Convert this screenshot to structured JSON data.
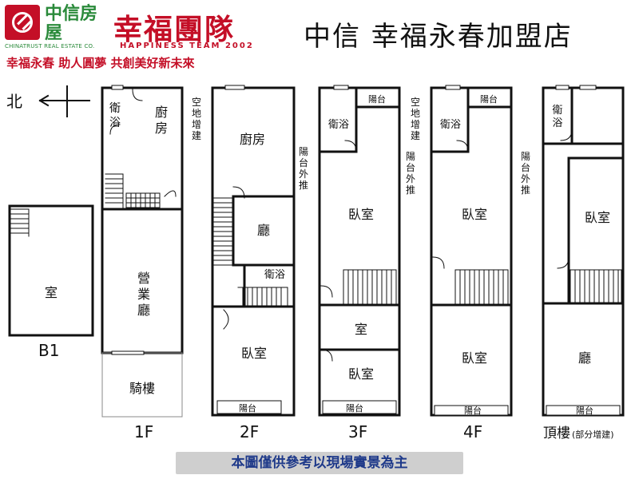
{
  "header": {
    "brand_cn": "中信房屋",
    "brand_en": "CHINATRUST REAL ESTATE CO.",
    "team_cn": "幸福團隊",
    "team_en": "HAPPINESS TEAM 2002",
    "slogan": "幸福永春 助人圓夢 共創美好新未來",
    "store_name": "中信 幸福永春加盟店"
  },
  "compass": {
    "label": "北"
  },
  "floors": {
    "b1": {
      "name": "B1",
      "rooms": [
        "室"
      ]
    },
    "f1": {
      "name": "1F",
      "rooms": [
        "衛",
        "浴",
        "廚",
        "房",
        "營",
        "業",
        "廳",
        "騎樓"
      ]
    },
    "f2": {
      "name": "2F",
      "rooms": [
        "廚房",
        "廳",
        "衛浴",
        "臥室",
        "陽台"
      ]
    },
    "f3": {
      "name": "3F",
      "rooms": [
        "陽台",
        "衛浴",
        "臥室",
        "室",
        "臥室",
        "陽台"
      ]
    },
    "f4": {
      "name": "4F",
      "rooms": [
        "陽台",
        "衛浴",
        "臥室",
        "臥室",
        "陽台"
      ]
    },
    "roof": {
      "name": "頂樓",
      "note": "(部分增建)",
      "rooms": [
        "衛",
        "浴",
        "臥室",
        "廳",
        "陽台"
      ]
    }
  },
  "annotations": {
    "a1": [
      "空",
      "地",
      "增",
      "建"
    ],
    "a2": [
      "陽",
      "台",
      "外",
      "推"
    ],
    "a3": [
      "空",
      "地",
      "增",
      "建"
    ],
    "a4": [
      "陽",
      "台",
      "外",
      "推"
    ],
    "a5": [
      "陽",
      "台",
      "外",
      "推"
    ]
  },
  "footer": {
    "disclaimer": "本圖僅供參考以現場實景為主"
  }
}
